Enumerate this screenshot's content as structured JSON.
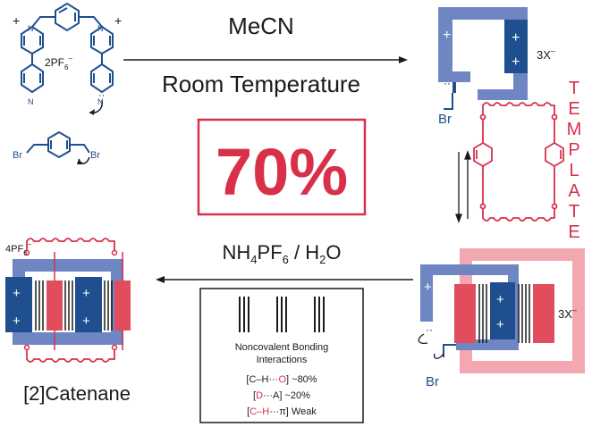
{
  "colors": {
    "blue_dark": "#1f4f8f",
    "blue_light": "#6e86c2",
    "red": "#d9304a",
    "pink": "#f2a7b1",
    "black": "#1a1a1a"
  },
  "top_arrow": {
    "above": "MeCN",
    "below": "Room Temperature"
  },
  "yield": "70%",
  "template_word": [
    "T",
    "E",
    "M",
    "P",
    "L",
    "A",
    "T",
    "E"
  ],
  "bottom_arrow": {
    "label_pre": "NH",
    "sub1": "4",
    "label_mid": "PF",
    "sub2": "6",
    "label_post": " / H",
    "sub3": "2",
    "label_end": "O"
  },
  "labels": {
    "counter_anion_top": "2PF",
    "counter_anion_top_sub": "6",
    "counter_anion_top_sup": "–",
    "x3_top": "3X",
    "x3_sup": "–",
    "x3_bottom": "3X",
    "pf6_catenane": "4PF",
    "pf6_catenane_sub": "6",
    "pf6_catenane_sup": "–",
    "br_top": "Br",
    "br_bottom": "Br",
    "br_small_1": "Br",
    "br_small_2": "Br",
    "catenane": "[2]Catenane",
    "nitrogen": "N",
    "plus": "+"
  },
  "legend": {
    "title_line1": "Noncovalent Bonding",
    "title_line2": "Interactions",
    "row1": {
      "open": "[C–H···",
      "hl": "O",
      "close": "] ~80%"
    },
    "row2": {
      "open": "[",
      "hl": "D",
      "mid": "···A] ~20%"
    },
    "row3": {
      "open": "[",
      "hl": "C–H",
      "close": "···π] Weak"
    }
  }
}
